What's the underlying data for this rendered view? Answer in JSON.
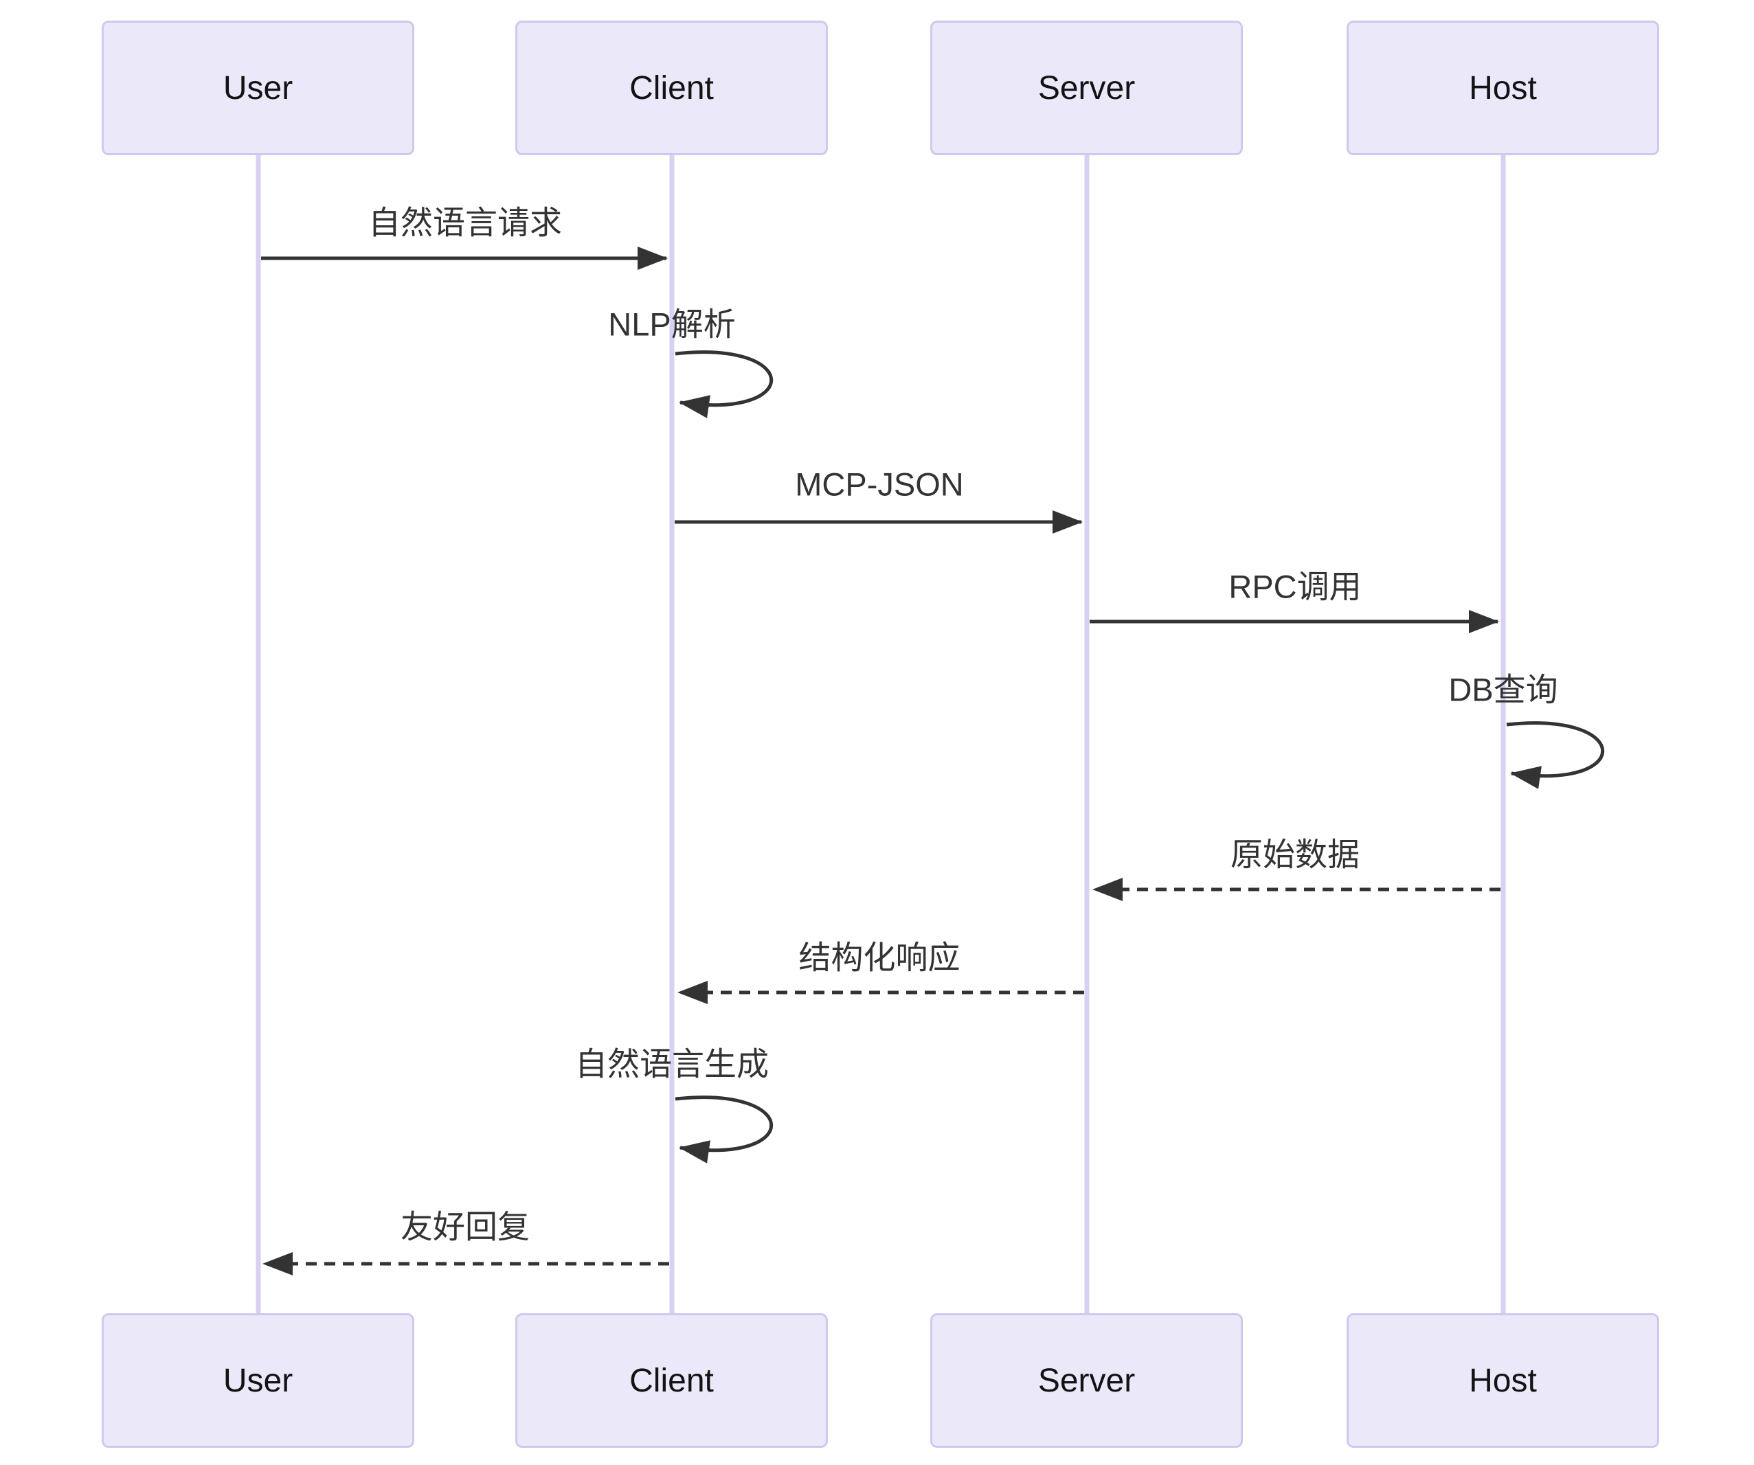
{
  "diagram": {
    "type": "sequence-diagram",
    "actors": [
      {
        "name": "User"
      },
      {
        "name": "Client"
      },
      {
        "name": "Server"
      },
      {
        "name": "Host"
      }
    ],
    "messages": [
      {
        "from": "User",
        "to": "Client",
        "label": "自然语言请求",
        "line": "solid"
      },
      {
        "from": "Client",
        "to": "Client",
        "label": "NLP解析",
        "line": "self-loop"
      },
      {
        "from": "Client",
        "to": "Server",
        "label": "MCP-JSON",
        "line": "solid"
      },
      {
        "from": "Server",
        "to": "Host",
        "label": "RPC调用",
        "line": "solid"
      },
      {
        "from": "Host",
        "to": "Host",
        "label": "DB查询",
        "line": "self-loop"
      },
      {
        "from": "Host",
        "to": "Server",
        "label": "原始数据",
        "line": "dashed"
      },
      {
        "from": "Server",
        "to": "Client",
        "label": "结构化响应",
        "line": "dashed"
      },
      {
        "from": "Client",
        "to": "Client",
        "label": "自然语言生成",
        "line": "self-loop"
      },
      {
        "from": "Client",
        "to": "User",
        "label": "友好回复",
        "line": "dashed"
      }
    ],
    "colors": {
      "background": "#ffffff",
      "actor_fill": "#eae8f9",
      "actor_border": "#d2c8ee",
      "lifeline": "#d9d0f2",
      "message_line": "#333333",
      "message_text": "#333333",
      "actor_text": "#131313"
    }
  }
}
